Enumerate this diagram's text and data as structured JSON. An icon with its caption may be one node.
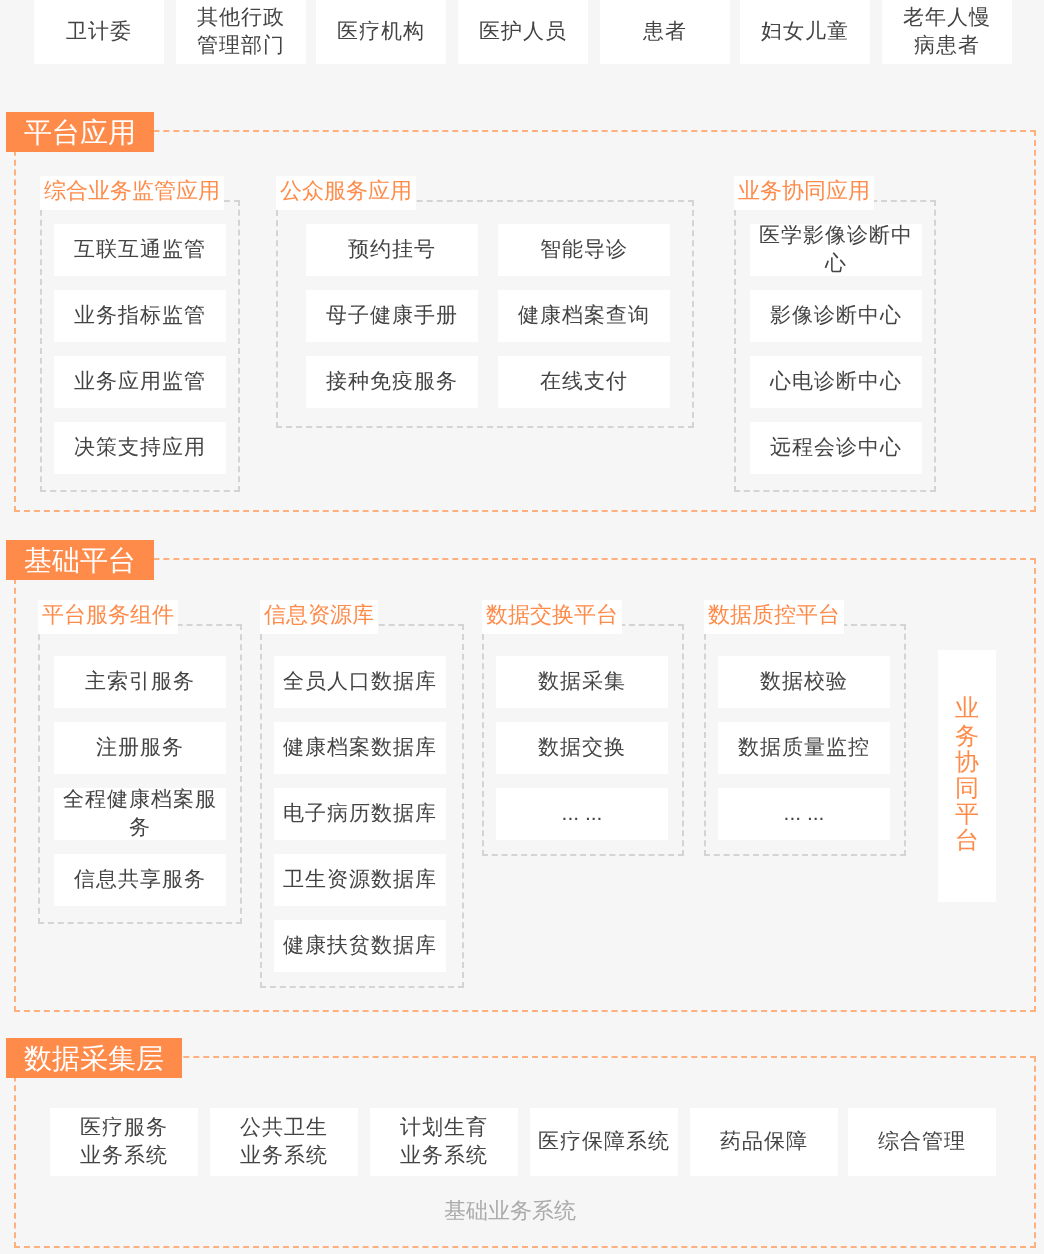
{
  "diagram": {
    "nodes": [
      {
        "text": [
          "卫计委"
        ]
      },
      {
        "text": [
          "其他行政管理部门"
        ]
      },
      {
        "text": [
          "医疗机构"
        ]
      },
      {
        "text": [
          "医护人员"
        ]
      },
      {
        "text": [
          "患者"
        ]
      },
      {
        "text": [
          "妇女儿童"
        ]
      },
      {
        "text": [
          "老年人慢病患者"
        ]
      },
      {
        "text": [
          "平台应用"
        ]
      },
      {
        "text": [
          "综合业务监管应用"
        ],
        "in": 7
      },
      {
        "text": [
          "互联互通监管"
        ],
        "in": 8
      },
      {
        "text": [
          "业务指标监管"
        ],
        "in": 8
      },
      {
        "text": [
          "业务应用监管"
        ],
        "in": 8
      },
      {
        "text": [
          "决策支持应用"
        ],
        "in": 8
      },
      {
        "text": [
          "公众服务应用"
        ],
        "in": 7
      },
      {
        "text": [
          "预约挂号"
        ],
        "in": 13
      },
      {
        "text": [
          "智能导诊"
        ],
        "in": 13
      },
      {
        "text": [
          "母子健康手册"
        ],
        "in": 13
      },
      {
        "text": [
          "健康档案查询"
        ],
        "in": 13
      },
      {
        "text": [
          "接种免疫服务"
        ],
        "in": 13
      },
      {
        "text": [
          "在线支付"
        ],
        "in": 13
      },
      {
        "text": [
          "业务协同应用"
        ],
        "in": 7
      },
      {
        "text": [
          "医学影像诊断中心"
        ],
        "in": 20
      },
      {
        "text": [
          "影像诊断中心"
        ],
        "in": 20
      },
      {
        "text": [
          "心电诊断中心"
        ],
        "in": 20
      },
      {
        "text": [
          "远程会诊中心"
        ],
        "in": 20
      },
      {
        "text": [
          "基础平台"
        ]
      },
      {
        "text": [
          "平台服务组件"
        ],
        "in": 25
      },
      {
        "text": [
          "主索引服务"
        ],
        "in": 26
      },
      {
        "text": [
          "注册服务"
        ],
        "in": 26
      },
      {
        "text": [
          "全程健康档案服务"
        ],
        "in": 26
      },
      {
        "text": [
          "信息共享服务"
        ],
        "in": 26
      },
      {
        "text": [
          "信息资源库"
        ],
        "in": 25
      },
      {
        "text": [
          "全员人口数据库"
        ],
        "in": 31
      },
      {
        "text": [
          "健康档案数据库"
        ],
        "in": 31
      },
      {
        "text": [
          "电子病历数据库"
        ],
        "in": 31
      },
      {
        "text": [
          "卫生资源数据库"
        ],
        "in": 31
      },
      {
        "text": [
          "健康扶贫数据库"
        ],
        "in": 31
      },
      {
        "text": [
          "数据交换平台"
        ],
        "in": 25
      },
      {
        "text": [
          "数据采集"
        ],
        "in": 37
      },
      {
        "text": [
          "数据交换"
        ],
        "in": 37
      },
      {
        "text": [
          "... ..."
        ],
        "in": 37
      },
      {
        "text": [
          "数据质控平台"
        ],
        "in": 25
      },
      {
        "text": [
          "数据校验"
        ],
        "in": 41
      },
      {
        "text": [
          "数据质量监控"
        ],
        "in": 41
      },
      {
        "text": [
          "... ..."
        ],
        "in": 41
      },
      {
        "text": [
          "业务协同平台"
        ],
        "in": 25
      },
      {
        "text": [
          "数据采集层"
        ]
      },
      {
        "text": [
          "医疗服务业务系统"
        ],
        "in": 46
      },
      {
        "text": [
          "公共卫生业务系统"
        ],
        "in": 46
      },
      {
        "text": [
          "计划生育业务系统"
        ],
        "in": 46
      },
      {
        "text": [
          "医疗保障系统"
        ],
        "in": 46
      },
      {
        "text": [
          "药品保障"
        ],
        "in": 46
      },
      {
        "text": [
          "综合管理"
        ],
        "in": 46
      }
    ],
    "labels": [
      "基础业务系统"
    ]
  }
}
